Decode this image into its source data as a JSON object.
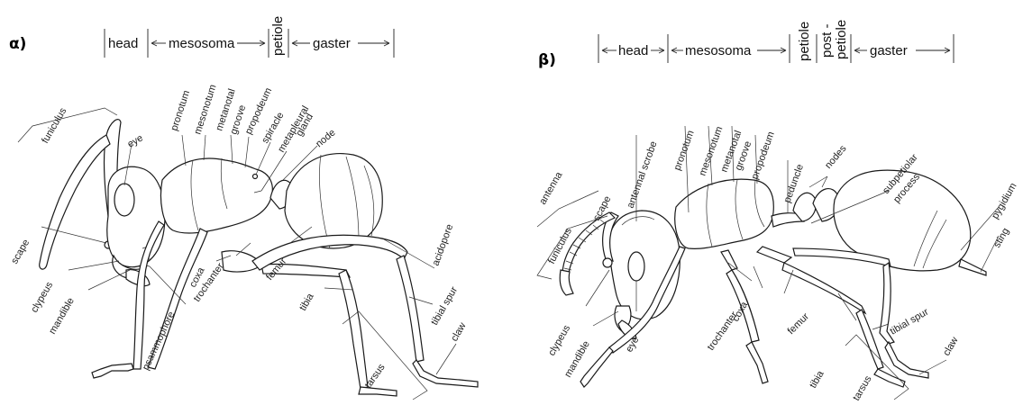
{
  "panel_a": {
    "letter": "α)",
    "header": {
      "head": "head",
      "mesosoma": "mesosoma",
      "petiole": "petiole",
      "gaster": "gaster"
    },
    "labels": {
      "funiculus": "funiculus",
      "eye": "eye",
      "pronotum": "pronotum",
      "mesonotum": "mesonotum",
      "metanotal": "metanotal",
      "groove": "groove",
      "propodeum": "propodeum",
      "spiracle": "spiracle",
      "metapleural": "metapleural",
      "gland": "gland",
      "node": "node",
      "scape": "scape",
      "clypeus": "clypeus",
      "mandible": "mandible",
      "coxa": "coxa",
      "trochanter": "trochanter",
      "femur": "femur",
      "acidopore": "acidopore",
      "psammophore": "psammophore",
      "tibia": "tibia",
      "tibial_spur": "tibial spur",
      "claw": "claw",
      "tarsus": "tarsus"
    }
  },
  "panel_b": {
    "letter": "β)",
    "header": {
      "head": "head",
      "mesosoma": "mesosoma",
      "petiole": "petiole",
      "post": "post -",
      "petiole2": "petiole",
      "gaster": "gaster"
    },
    "labels": {
      "antennal_scrobe": "antennal scrobe",
      "pronotum": "pronotum",
      "mesonotum": "mesonotum",
      "metanotal": "metanotal",
      "groove": "groove",
      "propodeum": "propodeum",
      "peduncle": "peduncle",
      "nodes": "nodes",
      "subpetiolar": "subpetiolar",
      "process": "process",
      "pygidium": "pygidium",
      "sting": "sting",
      "antenna": "antenna",
      "scape": "scape",
      "funiculus": "funiculus",
      "clypeus": "clypeus",
      "mandible": "mandible",
      "eye": "eye",
      "coxa": "coxa",
      "trochanter": "trochanter",
      "femur": "femur",
      "tibia": "tibia",
      "tibial_spur": "tibial spur",
      "claw": "claw",
      "tarsus": "tarsus"
    }
  }
}
